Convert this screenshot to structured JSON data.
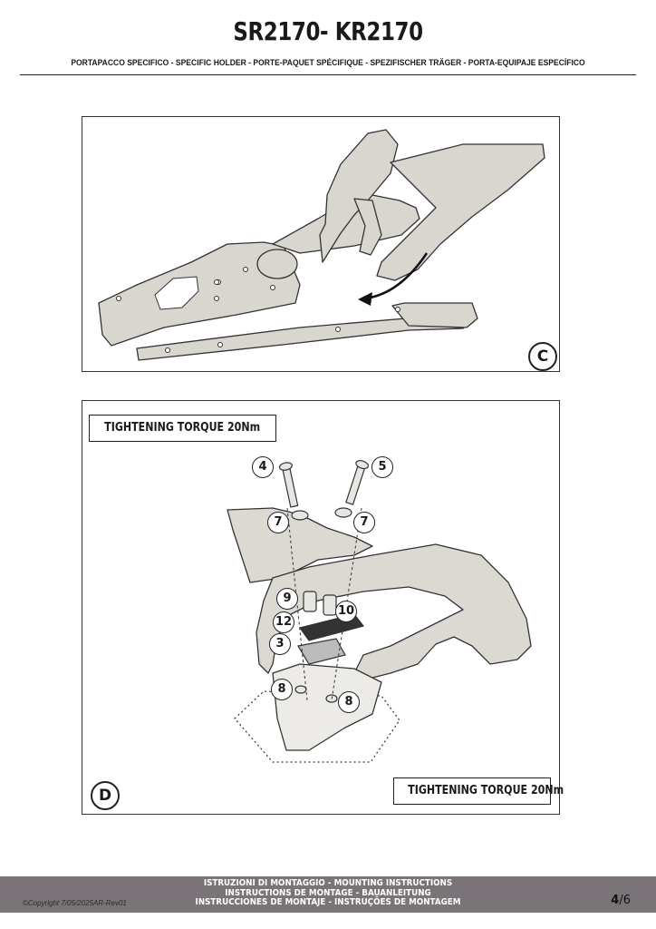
{
  "header": {
    "title": "SR2170- KR2170",
    "subtitle": "PORTAPACCO SPECIFICO  -  SPECIFIC HOLDER - PORTE-PAQUET SPÉCIFIQUE - SPEZIFISCHER TRÄGER - PORTA-EQUIPAJE ESPECÍFICO"
  },
  "panel_c": {
    "step_label": "C"
  },
  "panel_d": {
    "step_label": "D",
    "torque_top": "TIGHTENING TORQUE 20Nm",
    "torque_bottom": "TIGHTENING TORQUE 20Nm",
    "callouts": {
      "c4": "4",
      "c5": "5",
      "c7a": "7",
      "c7b": "7",
      "c9": "9",
      "c10": "10",
      "c12": "12",
      "c3": "3",
      "c8a": "8",
      "c8b": "8"
    }
  },
  "footer": {
    "line1": "ISTRUZIONI DI MONTAGGIO  -  MOUNTING INSTRUCTIONS",
    "line2": "INSTRUCTIONS DE MONTAGE - BAUANLEITUNG",
    "line3": "INSTRUCCIONES DE MONTAJE - INSTRUÇÕES DE MONTAGEM",
    "copyright": "©Copyright 7/05/2025AR-Rev01",
    "page_current": "4",
    "page_total": "/6"
  },
  "colors": {
    "footer_bg": "#7a7478",
    "part_fill": "#d9d6d0",
    "line": "#333333"
  }
}
